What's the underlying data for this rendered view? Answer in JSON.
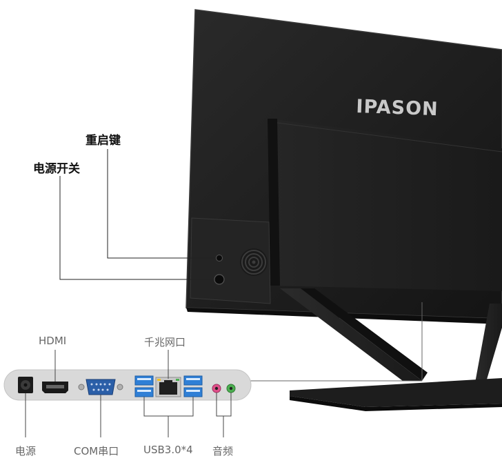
{
  "brand": "IPASON",
  "callouts": {
    "reset_key": "重启键",
    "power_switch": "电源开关"
  },
  "ports": {
    "hdmi": "HDMI",
    "lan": "千兆网口",
    "power": "电源",
    "com": "COM串口",
    "usb": "USB3.0*4",
    "audio": "音频"
  },
  "colors": {
    "monitor_body": "#1c1c1c",
    "panel": "#d9d9d9",
    "usb_blue": "#2f7fd6",
    "audio_pink": "#e0508a",
    "audio_green": "#4caf50"
  }
}
